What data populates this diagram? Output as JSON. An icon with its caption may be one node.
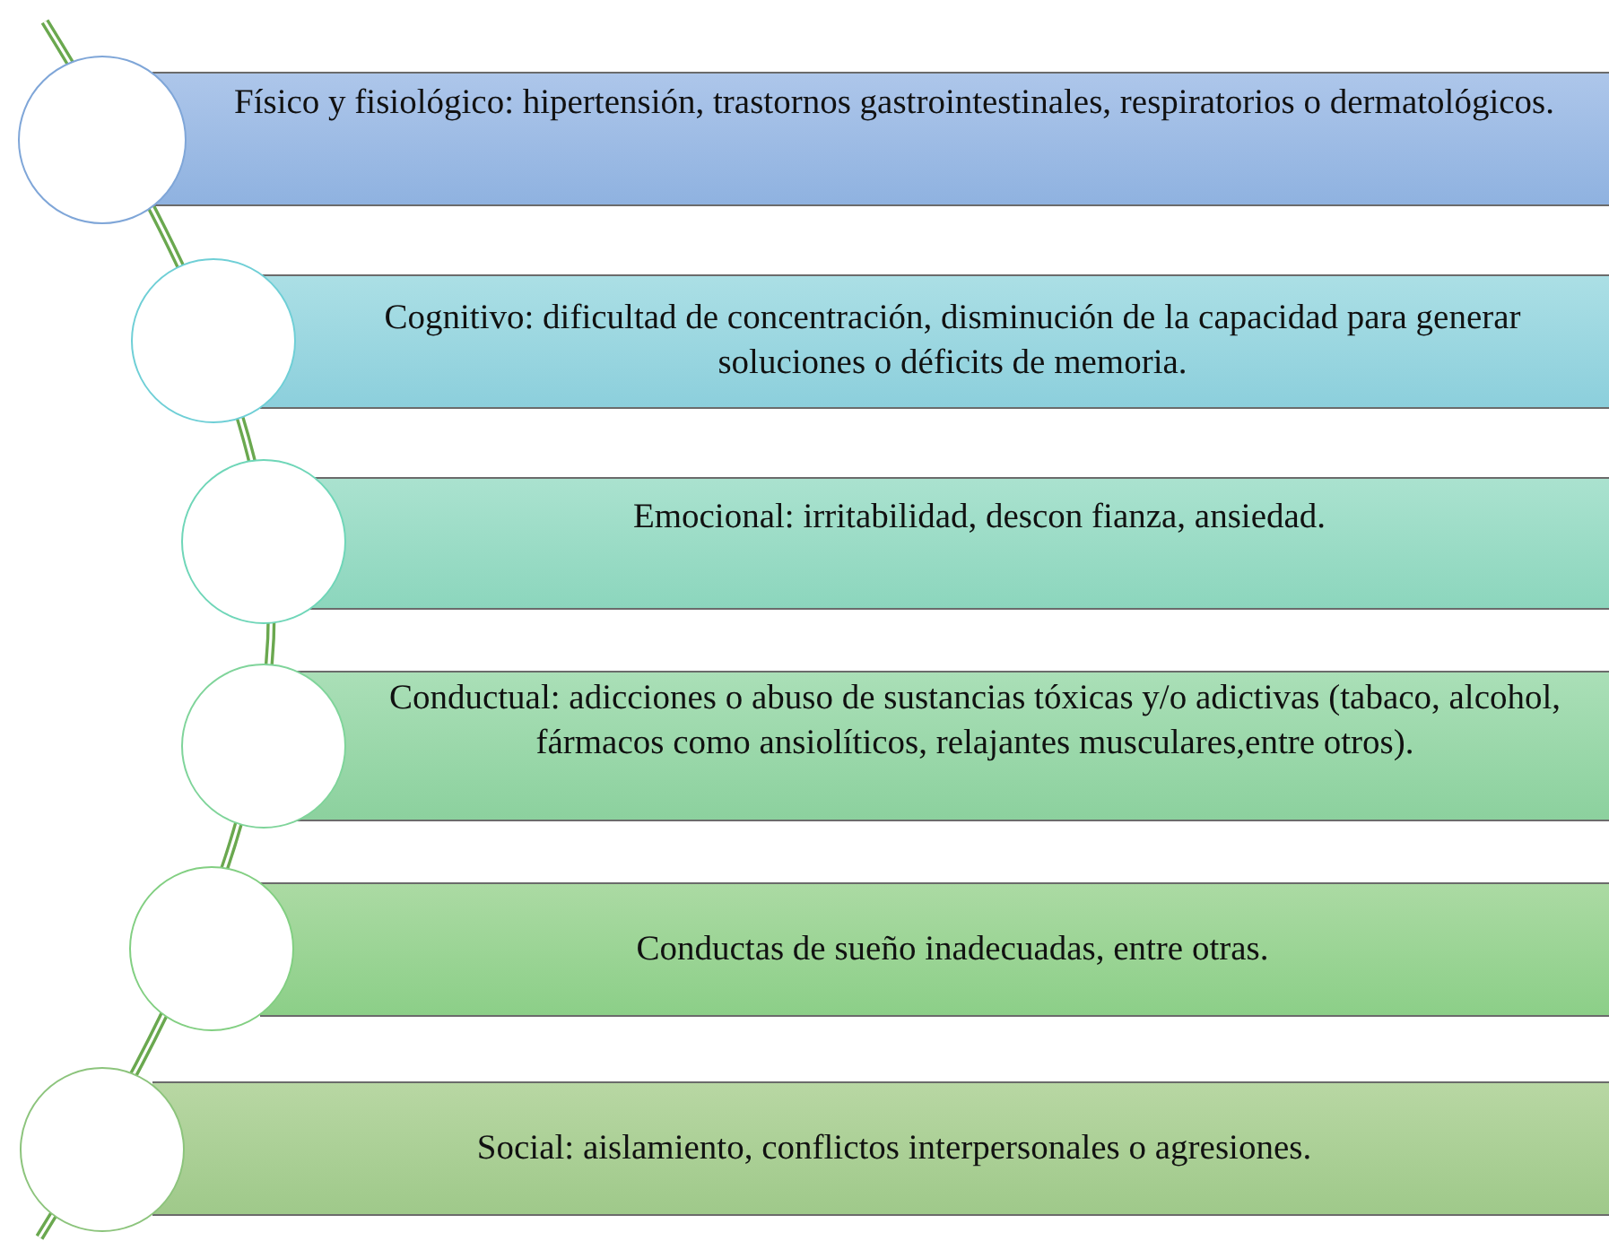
{
  "diagram": {
    "nodes": [
      {
        "text": [],
        "shape": "circle"
      },
      {
        "text": [
          "Físico y fisiológico: hipertensión, trastornos gastrointestinales, respiratorios o dermatológicos."
        ]
      },
      {
        "text": [],
        "shape": "circle"
      },
      {
        "text": [
          "Cognitivo: dificultad de concentración, disminución de la capacidad para generar soluciones o déficits de memoria."
        ]
      },
      {
        "text": [],
        "shape": "circle"
      },
      {
        "text": [
          "Emocional: irritabilidad, descon fianza, ansiedad."
        ]
      },
      {
        "text": [],
        "shape": "circle"
      },
      {
        "text": [
          "Conductual: adicciones o abuso de sustancias tóxicas y/o adictivas (tabaco, alcohol, fármacos como ansiolíticos, relajantes musculares,entre otros)."
        ]
      },
      {
        "text": [],
        "shape": "circle"
      },
      {
        "text": [
          "Conductas de sueño inadecuadas, entre otras."
        ]
      },
      {
        "text": [],
        "shape": "circle"
      },
      {
        "text": [
          "Social: aislamiento, conflictos interpersonales o agresiones."
        ]
      }
    ]
  }
}
